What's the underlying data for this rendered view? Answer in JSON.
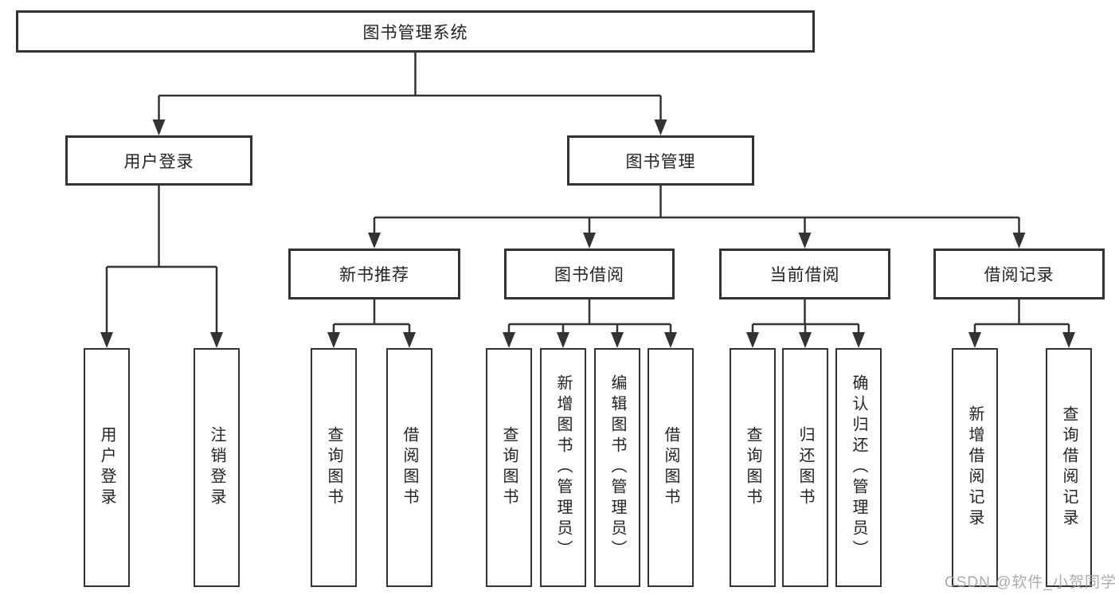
{
  "tree": {
    "root": {
      "label": "图书管理系统"
    },
    "branches": [
      {
        "label": "用户登录",
        "children": [
          "用户登录",
          "注销登录"
        ]
      },
      {
        "label": "图书管理",
        "sections": [
          {
            "label": "新书推荐",
            "children": [
              "查询图书",
              "借阅图书"
            ]
          },
          {
            "label": "图书借阅",
            "children": [
              "查询图书",
              "新增图书（管理员）",
              "编辑图书（管理员）",
              "借阅图书"
            ]
          },
          {
            "label": "当前借阅",
            "children": [
              "查询图书",
              "归还图书",
              "确认归还（管理员）"
            ]
          },
          {
            "label": "借阅记录",
            "children": [
              "新增借阅记录",
              "查询借阅记录"
            ]
          }
        ]
      }
    ]
  },
  "watermark": {
    "text": "CSDN @软件_小贺同学"
  },
  "colors": {
    "line": "#333333",
    "box_fill": "#ffffff",
    "watermark": "#a0a0a0"
  }
}
